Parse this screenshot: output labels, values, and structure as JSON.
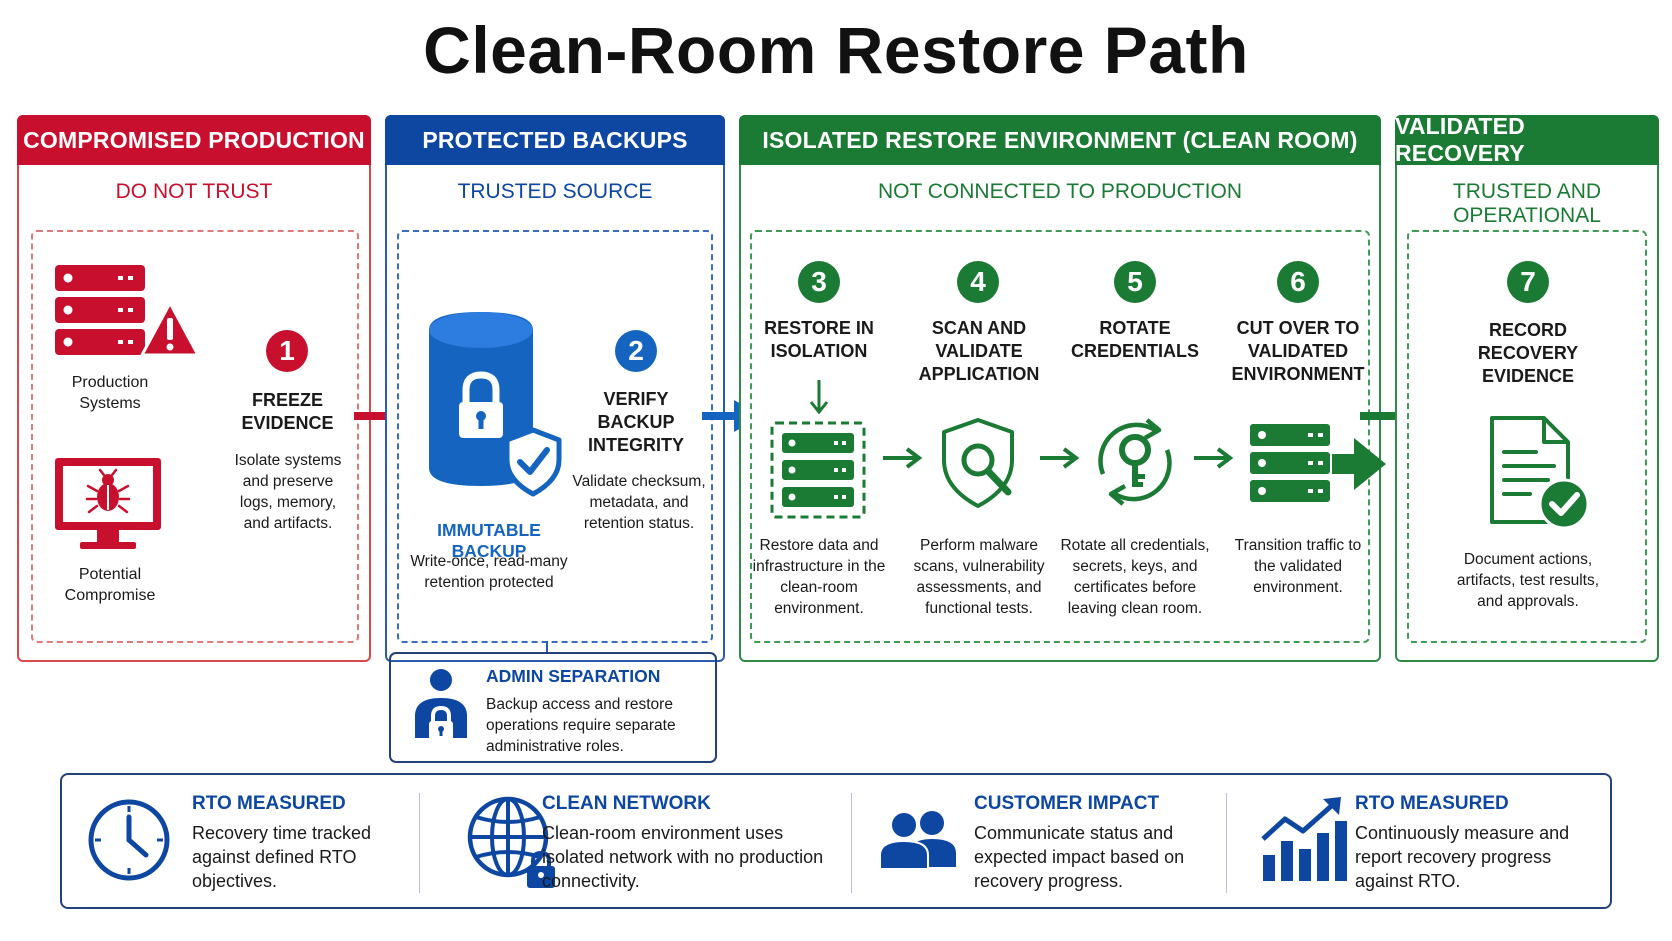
{
  "title": "Clean-Room Restore Path",
  "colors": {
    "red": "#c8102e",
    "blue": "#1565c0",
    "navy": "#0d47a1",
    "green": "#1b7a34"
  },
  "phases": [
    {
      "header": "COMPROMISED PRODUCTION",
      "subtitle": "DO NOT TRUST"
    },
    {
      "header": "PROTECTED BACKUPS",
      "subtitle": "TRUSTED SOURCE"
    },
    {
      "header": "ISOLATED RESTORE ENVIRONMENT (CLEAN ROOM)",
      "subtitle": "NOT CONNECTED TO PRODUCTION"
    },
    {
      "header": "VALIDATED RECOVERY",
      "subtitle": "TRUSTED AND OPERATIONAL"
    }
  ],
  "compromised": {
    "production_label": "Production Systems",
    "compromise_label": "Potential Compromise"
  },
  "backups": {
    "immutable_title": "IMMUTABLE BACKUP",
    "immutable_desc": "Write-once, read-many retention protected",
    "admin_title": "ADMIN SEPARATION",
    "admin_desc": "Backup access and restore operations require separate administrative roles."
  },
  "steps": [
    {
      "num": "1",
      "label": "FREEZE EVIDENCE",
      "desc": "Isolate systems and preserve logs, memory, and artifacts."
    },
    {
      "num": "2",
      "label": "VERIFY BACKUP INTEGRITY",
      "desc": "Validate checksum, metadata, and retention status."
    },
    {
      "num": "3",
      "label": "RESTORE IN ISOLATION",
      "desc": "Restore data and infrastructure in the clean-room environment."
    },
    {
      "num": "4",
      "label": "SCAN AND VALIDATE APPLICATION",
      "desc": "Perform malware scans, vulnerability assessments, and functional tests."
    },
    {
      "num": "5",
      "label": "ROTATE CREDENTIALS",
      "desc": "Rotate all credentials, secrets, keys, and certificates before leaving clean room."
    },
    {
      "num": "6",
      "label": "CUT OVER TO VALIDATED ENVIRONMENT",
      "desc": "Transition traffic to the validated environment."
    },
    {
      "num": "7",
      "label": "RECORD RECOVERY EVIDENCE",
      "desc": "Document actions, artifacts, test results, and approvals."
    }
  ],
  "footer": [
    {
      "icon": "clock-icon",
      "title": "RTO MEASURED",
      "text": "Recovery time tracked against defined RTO objectives."
    },
    {
      "icon": "globe-lock-icon",
      "title": "CLEAN NETWORK",
      "text": "Clean-room environment uses isolated network with no production connectivity."
    },
    {
      "icon": "users-icon",
      "title": "CUSTOMER IMPACT",
      "text": "Communicate status and expected impact based on recovery progress."
    },
    {
      "icon": "growth-chart-icon",
      "title": "RTO MEASURED",
      "text": "Continuously measure and report recovery progress against RTO."
    }
  ]
}
